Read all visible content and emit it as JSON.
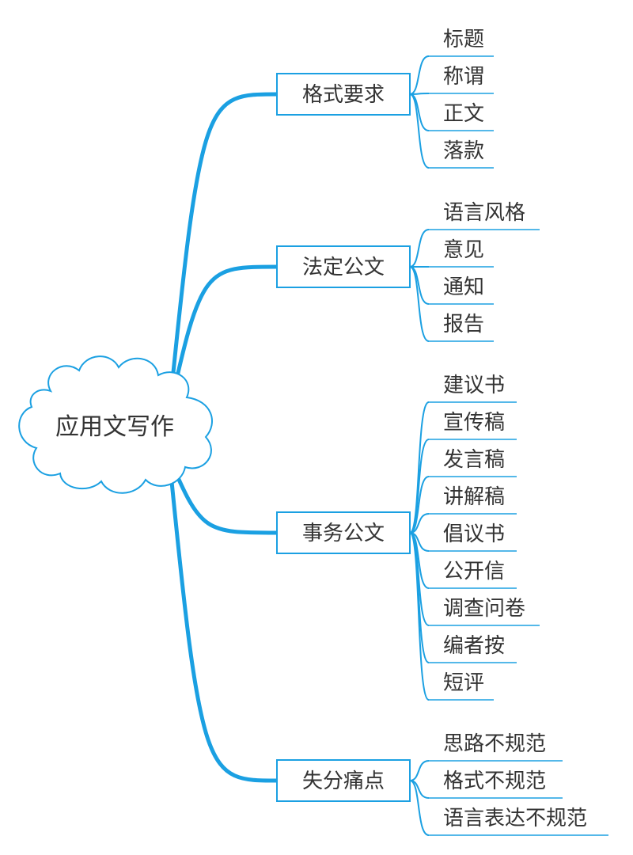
{
  "root": {
    "label": "应用文写作"
  },
  "colors": {
    "line": "#1ba0e2",
    "text": "#333333",
    "background": "#ffffff"
  },
  "branches": [
    {
      "label": "格式要求",
      "children": [
        "标题",
        "称谓",
        "正文",
        "落款"
      ]
    },
    {
      "label": "法定公文",
      "children": [
        "语言风格",
        "意见",
        "通知",
        "报告"
      ]
    },
    {
      "label": "事务公文",
      "children": [
        "建议书",
        "宣传稿",
        "发言稿",
        "讲解稿",
        "倡议书",
        "公开信",
        "调查问卷",
        "编者按",
        "短评"
      ]
    },
    {
      "label": "失分痛点",
      "children": [
        "思路不规范",
        "格式不规范",
        "语言表达不规范"
      ]
    }
  ]
}
